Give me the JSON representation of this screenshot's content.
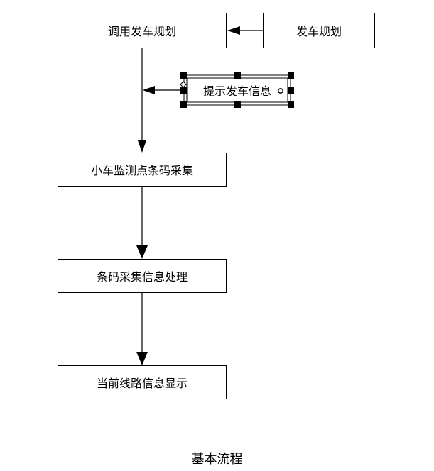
{
  "nodes": {
    "dispatch_plan_call": "调用发车规划",
    "dispatch_plan": "发车规划",
    "dispatch_info_prompt": "提示发车信息",
    "barcode_collect": "小车监测点条码采集",
    "barcode_process": "条码采集信息处理",
    "route_display": "当前线路信息显示"
  },
  "caption": "基本流程"
}
